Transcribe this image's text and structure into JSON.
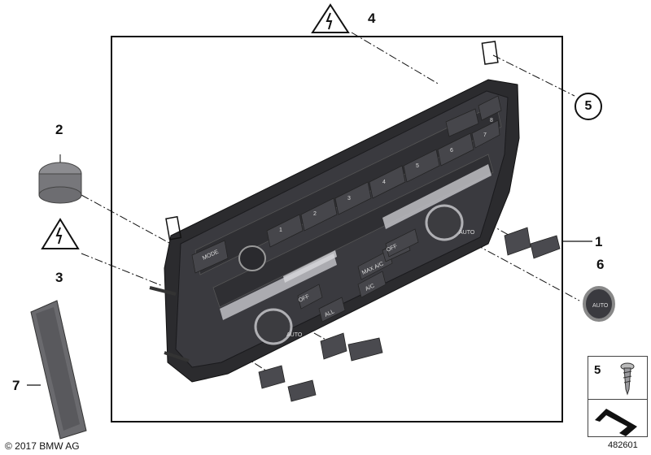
{
  "callouts": {
    "c1": "1",
    "c2": "2",
    "c3": "3",
    "c4": "4",
    "c5": "5",
    "c6": "6",
    "c7": "7"
  },
  "panel_labels": {
    "mode": "MODE",
    "max_ac": "MAX A/C",
    "off_top": "OFF",
    "off_left": "OFF",
    "ac": "A/C",
    "all": "ALL",
    "auto_right": "AUTO",
    "auto_left": "AUTO",
    "preset_1": "1",
    "preset_2": "2",
    "preset_3": "3",
    "preset_4": "4",
    "preset_5": "5",
    "preset_6": "6",
    "preset_7": "7",
    "preset_8": "8"
  },
  "legend": {
    "item_number": "5"
  },
  "footer": {
    "copyright": "© 2017 BMW AG",
    "reference": "482601"
  },
  "colors": {
    "panel_dark": "#2b2b2e",
    "panel_mid": "#46464b",
    "button_face": "#3a3a3f",
    "line": "#111111"
  },
  "icons": [
    "warning-electrical-icon",
    "screw-icon",
    "arrow-bracket-icon"
  ]
}
